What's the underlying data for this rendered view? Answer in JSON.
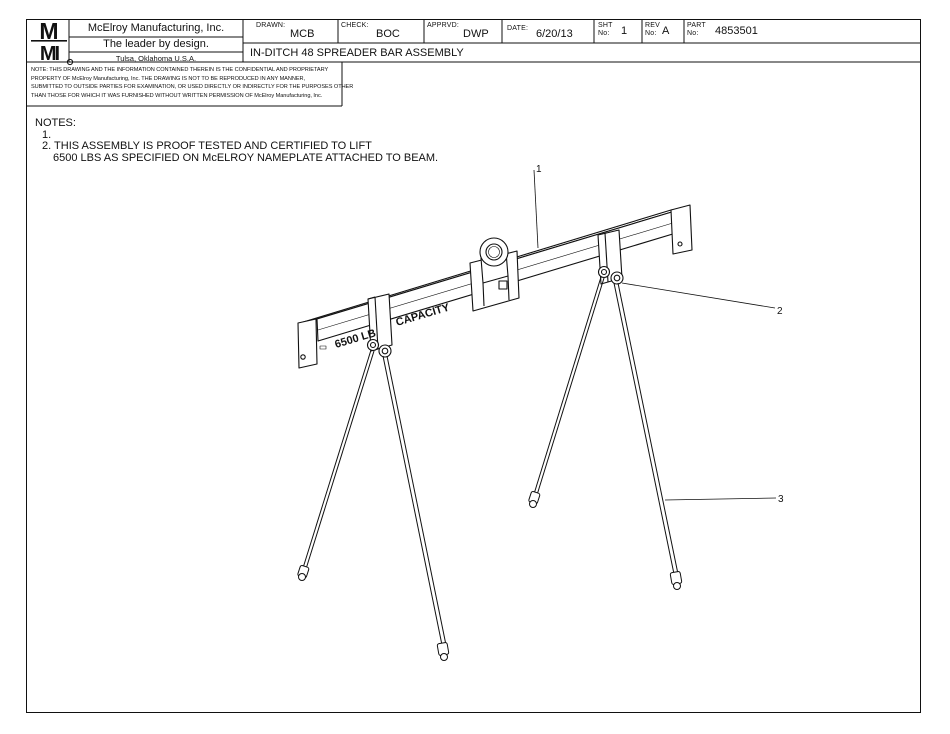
{
  "logo": {
    "text_line1": "M",
    "text_line2": "MI"
  },
  "company": {
    "name": "McElroy Manufacturing, Inc.",
    "tagline": "The leader by design.",
    "location": "Tulsa, Oklahoma U.S.A."
  },
  "title_block": {
    "drawn_label": "DRAWN:",
    "drawn_value": "MCB",
    "check_label": "CHECK:",
    "check_value": "BOC",
    "apprvd_label": "APPRVD:",
    "apprvd_value": "DWP",
    "date_label": "DATE:",
    "date_value": "6/20/13",
    "sht_label1": "SHT",
    "sht_label2": "No:",
    "sht_value": "1",
    "rev_label1": "REV",
    "rev_label2": "No:",
    "rev_value": "A",
    "part_label1": "PART",
    "part_label2": "No:",
    "part_value": "4853501",
    "title": "IN-DITCH 48 SPREADER BAR ASSEMBLY"
  },
  "notice": [
    "NOTE: THIS DRAWING AND THE INFORMATION CONTAINED THEREIN IS THE CONFIDENTIAL AND PROPRIETARY",
    "PROPERTY OF McElroy Manufacturing, Inc. THE DRAWING IS NOT TO BE REPRODUCED IN ANY MANNER,",
    "SUBMITTED TO OUTSIDE PARTIES FOR EXAMINATION, OR USED DIRECTLY OR INDIRECTLY FOR THE PURPOSES OTHER",
    "THAN THOSE FOR WHICH IT WAS FURNISHED WITHOUT WRITTEN PERMISSION OF McElroy Manufacturing, Inc."
  ],
  "notes": {
    "heading": "NOTES:",
    "item1": "1.",
    "item2_line1": "2. THIS ASSEMBLY IS PROOF TESTED AND CERTIFIED TO LIFT",
    "item2_line2": "6500 LBS AS SPECIFIED ON McELROY NAMEPLATE ATTACHED TO BEAM."
  },
  "drawing": {
    "beam_capacity_text": "6500 LB",
    "beam_capacity_label": "CAPACITY",
    "callouts": [
      "1",
      "2",
      "3"
    ]
  }
}
